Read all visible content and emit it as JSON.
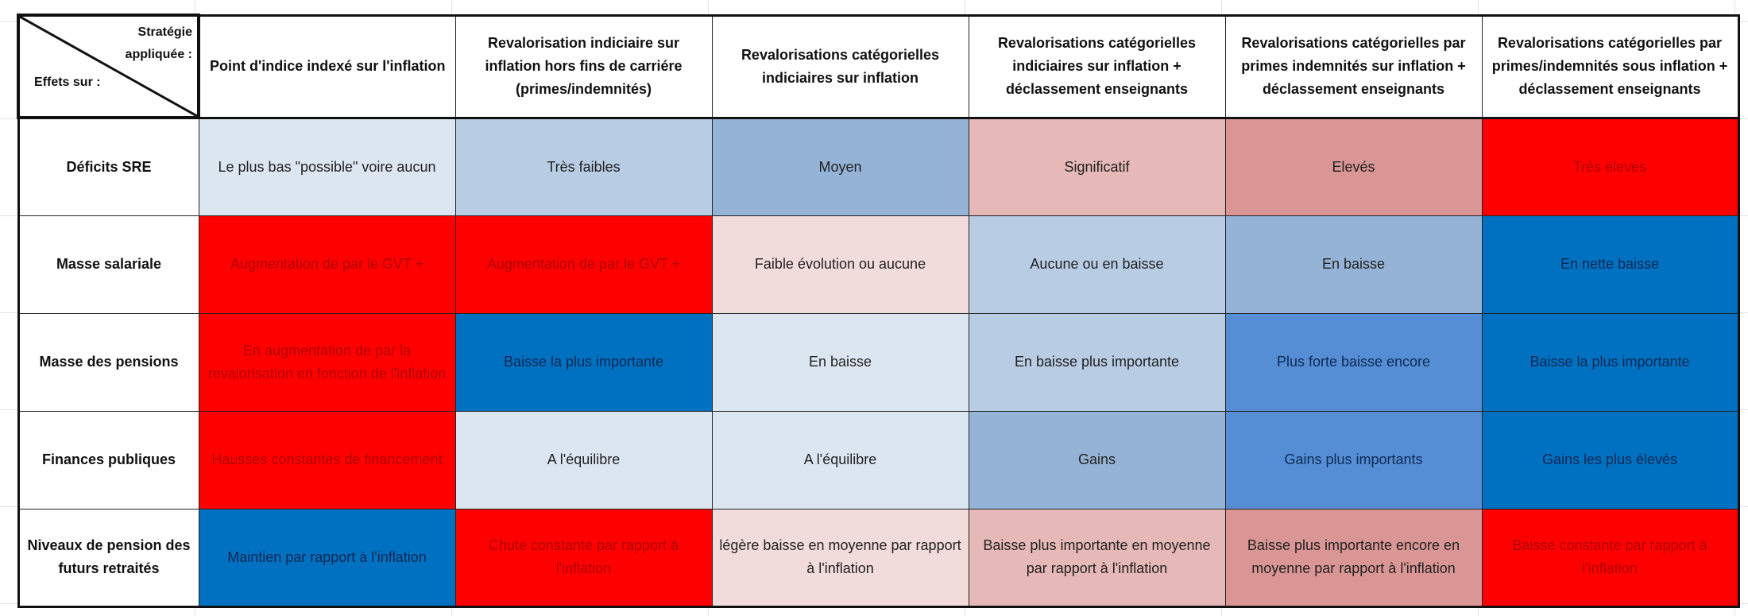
{
  "corner": {
    "strategy_label": "Stratégie appliquée :",
    "effects_label": "Effets sur :"
  },
  "strategies": [
    "Point d'indice indexé sur l'inflation",
    "Revalorisation indiciaire sur inflation hors fins de carriére (primes/indemnités)",
    "Revalorisations catégorielles indiciaires sur inflation",
    "Revalorisations catégorielles indiciaires sur inflation + déclassement enseignants",
    "Revalorisations catégorielles par primes indemnités sur inflation + déclassement enseignants",
    "Revalorisations catégorielles par primes/indemnités sous inflation + déclassement enseignants"
  ],
  "rows": [
    {
      "label": "Déficits SRE",
      "cells": [
        {
          "text": "Le plus bas \"possible\" voire aucun",
          "bg": "#dce6f1",
          "fg": "#222222"
        },
        {
          "text": "Très faibles",
          "bg": "#b8cce4",
          "fg": "#222222"
        },
        {
          "text": "Moyen",
          "bg": "#95b3d7",
          "fg": "#222222"
        },
        {
          "text": "Significatif",
          "bg": "#e6b8b7",
          "fg": "#222222"
        },
        {
          "text": "Elevés",
          "bg": "#da9694",
          "fg": "#222222"
        },
        {
          "text": "Très élevés",
          "bg": "#ff0000",
          "fg": "#b00000"
        }
      ]
    },
    {
      "label": "Masse salariale",
      "cells": [
        {
          "text": "Augmentation de par le GVT +",
          "bg": "#ff0000",
          "fg": "#b00000"
        },
        {
          "text": "Augmentation de par le GVT +",
          "bg": "#ff0000",
          "fg": "#b00000"
        },
        {
          "text": "Faible évolution ou aucune",
          "bg": "#f2dcdb",
          "fg": "#222222"
        },
        {
          "text": "Aucune ou en baisse",
          "bg": "#b8cce4",
          "fg": "#222222"
        },
        {
          "text": "En baisse",
          "bg": "#95b3d7",
          "fg": "#222222"
        },
        {
          "text": "En nette baisse",
          "bg": "#0070c0",
          "fg": "#0f2a55"
        }
      ]
    },
    {
      "label": "Masse des pensions",
      "cells": [
        {
          "text": "En augmentation de par la revalorisation en fonction de l'inflation",
          "bg": "#ff0000",
          "fg": "#b00000"
        },
        {
          "text": "Baisse la plus importante",
          "bg": "#0070c0",
          "fg": "#0f2a55"
        },
        {
          "text": "En baisse",
          "bg": "#dce6f1",
          "fg": "#222222"
        },
        {
          "text": "En baisse plus importante",
          "bg": "#b8cce4",
          "fg": "#222222"
        },
        {
          "text": "Plus forte baisse encore",
          "bg": "#558ed5",
          "fg": "#0f2a55"
        },
        {
          "text": "Baisse la plus importante",
          "bg": "#0070c0",
          "fg": "#0f2a55"
        }
      ]
    },
    {
      "label": "Finances publiques",
      "cells": [
        {
          "text": "Hausses constantes de financement",
          "bg": "#ff0000",
          "fg": "#b00000"
        },
        {
          "text": "A l'équilibre",
          "bg": "#dce6f1",
          "fg": "#222222"
        },
        {
          "text": "A l'équilibre",
          "bg": "#dce6f1",
          "fg": "#222222"
        },
        {
          "text": "Gains",
          "bg": "#95b3d7",
          "fg": "#222222"
        },
        {
          "text": "Gains plus importants",
          "bg": "#558ed5",
          "fg": "#0f2a55"
        },
        {
          "text": "Gains les plus élevés",
          "bg": "#0070c0",
          "fg": "#0f2a55"
        }
      ]
    },
    {
      "label": "Niveaux de pension des futurs retraités",
      "cells": [
        {
          "text": "Maintien par rapport à l'inflation",
          "bg": "#0070c0",
          "fg": "#0f2a55"
        },
        {
          "text": "Chute constante par rapport à l'inflation",
          "bg": "#ff0000",
          "fg": "#b00000"
        },
        {
          "text": "légère baisse en moyenne par rapport à l'inflation",
          "bg": "#f2dcdb",
          "fg": "#222222"
        },
        {
          "text": "Baisse plus importante en moyenne par rapport à l'inflation",
          "bg": "#e6b8b7",
          "fg": "#222222"
        },
        {
          "text": "Baisse plus importante encore en moyenne par rapport à l'inflation",
          "bg": "#da9694",
          "fg": "#222222"
        },
        {
          "text": "Baisse constante par rapport à l'inflation",
          "bg": "#ff0000",
          "fg": "#b00000"
        }
      ]
    }
  ]
}
